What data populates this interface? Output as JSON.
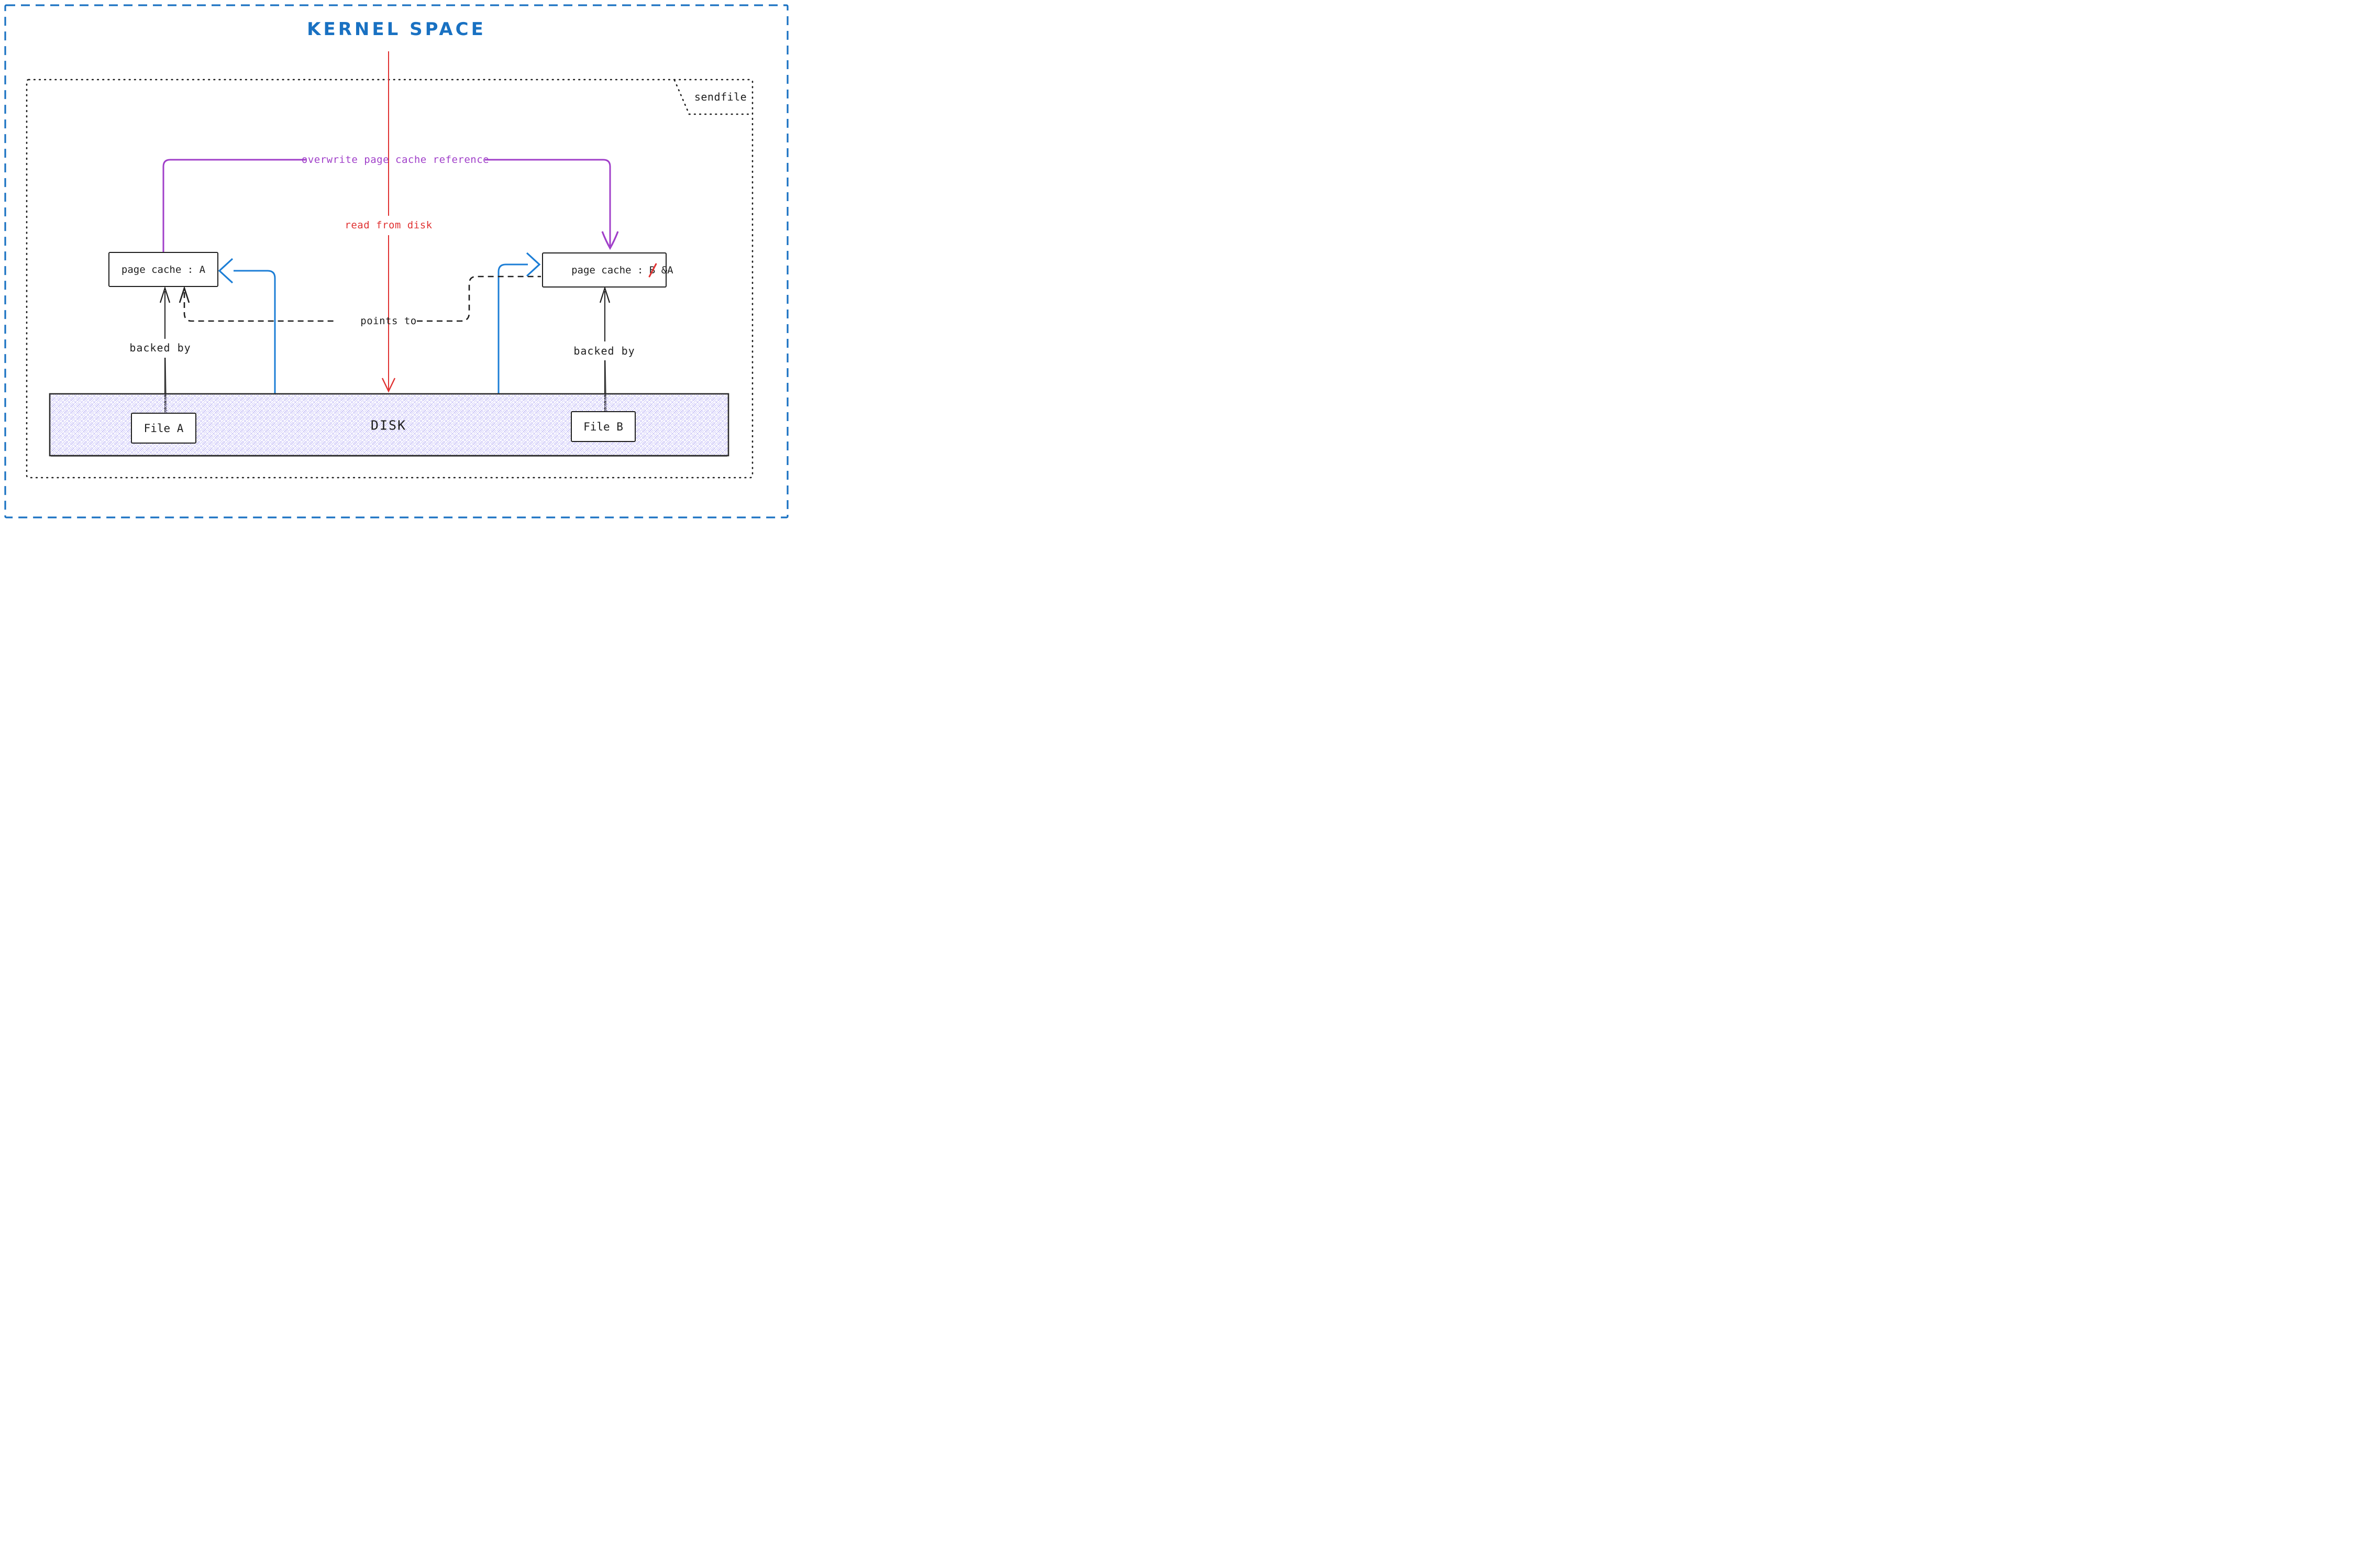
{
  "title": {
    "text": "KERNEL SPACE"
  },
  "kernel_container": {
    "label": "sendfile"
  },
  "colors": {
    "frame_blue": "#1971c2",
    "arrow_blue": "#1c7ed6",
    "purple": "#a03fc9",
    "red": "#e03131",
    "ink": "#1e1e1e",
    "disk_hatch": "#c9c3f7"
  },
  "arrows": {
    "overwrite": {
      "label": "overwrite page cache reference"
    },
    "read_from_disk": {
      "label": "read from disk"
    },
    "points_to": {
      "label": "points to"
    },
    "backed_by_left": {
      "label": "backed by"
    },
    "backed_by_right": {
      "label": "backed by"
    }
  },
  "boxes": {
    "page_cache_a": {
      "label": "page cache : A"
    },
    "page_cache_b": {
      "prefix": "page cache : ",
      "struck": "B",
      "suffix": " &A"
    },
    "disk": {
      "label": "DISK"
    },
    "file_a": {
      "label": "File A"
    },
    "file_b": {
      "label": "File B"
    }
  }
}
